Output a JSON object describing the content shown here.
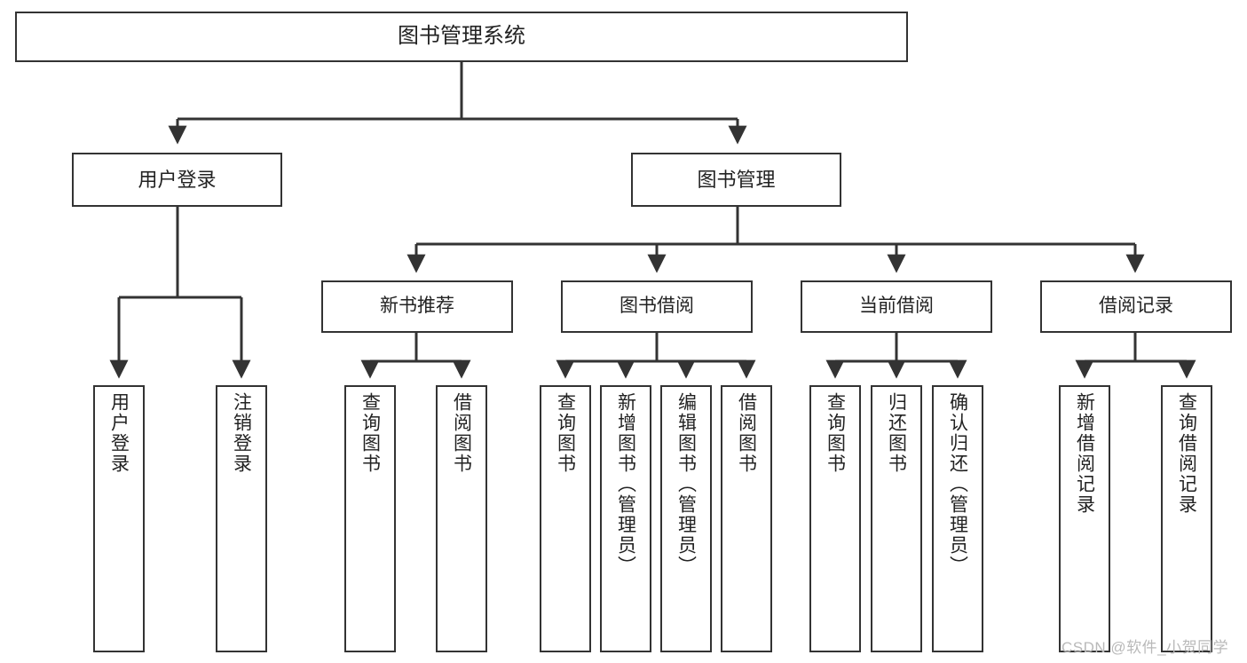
{
  "diagram": {
    "title_node": {
      "label": "图书管理系统"
    },
    "level1": [
      {
        "id": "user-login",
        "label": "用户登录"
      },
      {
        "id": "book-manage",
        "label": "图书管理"
      }
    ],
    "level2": [
      {
        "id": "new-book-recommend",
        "label": "新书推荐"
      },
      {
        "id": "book-borrow",
        "label": "图书借阅"
      },
      {
        "id": "current-borrow",
        "label": "当前借阅"
      },
      {
        "id": "borrow-record",
        "label": "借阅记录"
      }
    ],
    "leaves": {
      "user_login": [
        {
          "id": "leaf-user-login",
          "label": "用户登录"
        },
        {
          "id": "leaf-user-logout",
          "label": "注销登录"
        }
      ],
      "new_book_recommend": [
        {
          "id": "leaf-query-book-1",
          "label": "查询图书"
        },
        {
          "id": "leaf-borrow-book-1",
          "label": "借阅图书"
        }
      ],
      "book_borrow": [
        {
          "id": "leaf-query-book-2",
          "label": "查询图书"
        },
        {
          "id": "leaf-add-book",
          "label": "新增图书（管理员）"
        },
        {
          "id": "leaf-edit-book",
          "label": "编辑图书（管理员）"
        },
        {
          "id": "leaf-borrow-book-2",
          "label": "借阅图书"
        }
      ],
      "current_borrow": [
        {
          "id": "leaf-query-book-3",
          "label": "查询图书"
        },
        {
          "id": "leaf-return-book",
          "label": "归还图书"
        },
        {
          "id": "leaf-confirm-return",
          "label": "确认归还（管理员）"
        }
      ],
      "borrow_record": [
        {
          "id": "leaf-add-record",
          "label": "新增借阅记录"
        },
        {
          "id": "leaf-query-record",
          "label": "查询借阅记录"
        }
      ]
    }
  },
  "watermark": {
    "text": "CSDN @软件_小贺同学"
  },
  "colors": {
    "stroke": "#333333",
    "background": "#ffffff",
    "text": "#222222",
    "watermark": "#b9b9b9"
  }
}
